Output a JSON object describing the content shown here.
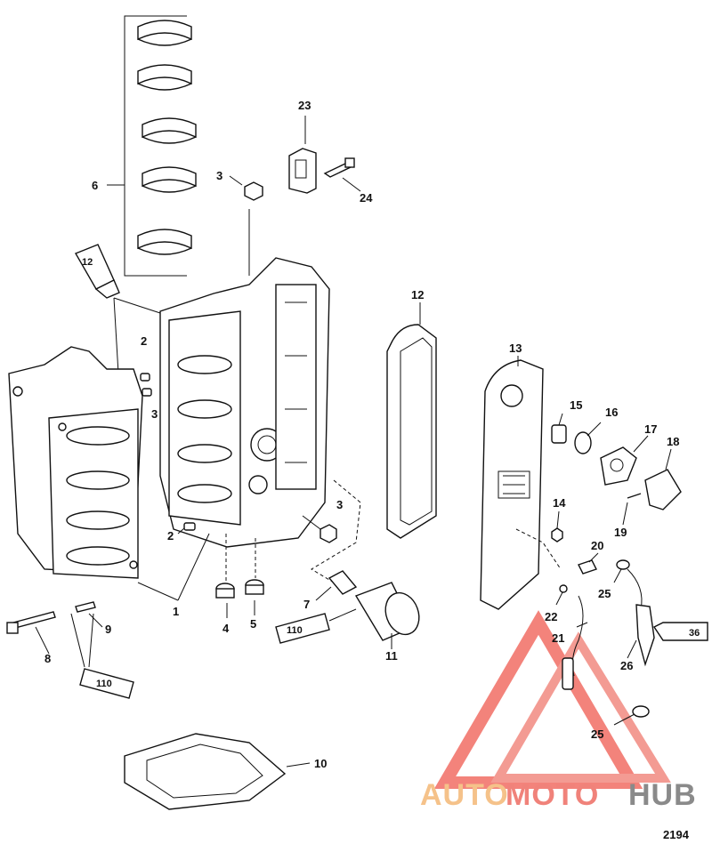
{
  "callouts": [
    {
      "id": "c1",
      "text": "1"
    },
    {
      "id": "c2a",
      "text": "2"
    },
    {
      "id": "c2b",
      "text": "2"
    },
    {
      "id": "c3a",
      "text": "3"
    },
    {
      "id": "c3b",
      "text": "3"
    },
    {
      "id": "c3c",
      "text": "3"
    },
    {
      "id": "c4",
      "text": "4"
    },
    {
      "id": "c5",
      "text": "5"
    },
    {
      "id": "c6",
      "text": "6"
    },
    {
      "id": "c7",
      "text": "7"
    },
    {
      "id": "c8",
      "text": "8"
    },
    {
      "id": "c9",
      "text": "9"
    },
    {
      "id": "c10",
      "text": "10"
    },
    {
      "id": "c11",
      "text": "11"
    },
    {
      "id": "c12a",
      "text": "12"
    },
    {
      "id": "c13",
      "text": "13"
    },
    {
      "id": "c14",
      "text": "14"
    },
    {
      "id": "c15",
      "text": "15"
    },
    {
      "id": "c16",
      "text": "16"
    },
    {
      "id": "c17",
      "text": "17"
    },
    {
      "id": "c18",
      "text": "18"
    },
    {
      "id": "c19",
      "text": "19"
    },
    {
      "id": "c20",
      "text": "20"
    },
    {
      "id": "c21",
      "text": "21"
    },
    {
      "id": "c22",
      "text": "22"
    },
    {
      "id": "c23",
      "text": "23"
    },
    {
      "id": "c24",
      "text": "24"
    },
    {
      "id": "c25a",
      "text": "25"
    },
    {
      "id": "c25b",
      "text": "25"
    },
    {
      "id": "c26",
      "text": "26"
    }
  ],
  "tube_labels": {
    "t12": "12",
    "t110a": "110",
    "t110b": "110",
    "t36": "36"
  },
  "watermark": {
    "part1": "AUTO",
    "part2": "MOTO",
    "part3": "HUB",
    "color1": "#f5c28a",
    "color2": "#f0827a",
    "color3": "#8a8a8a",
    "triangle_color": "#ef5a50"
  },
  "figure_number": "2194"
}
